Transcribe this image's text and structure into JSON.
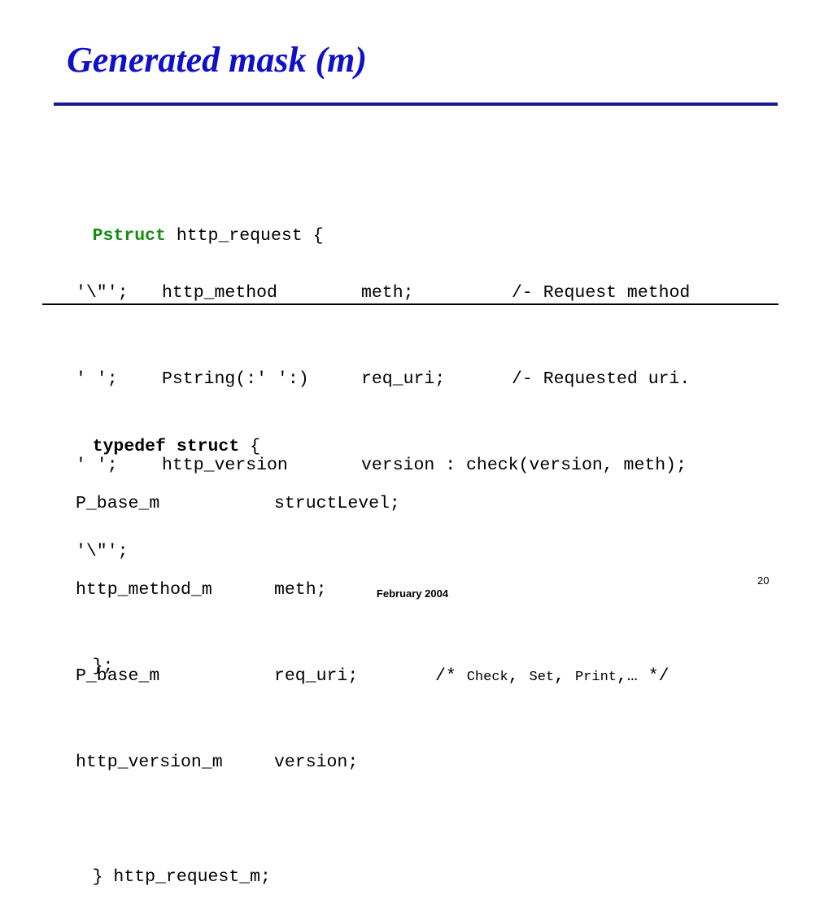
{
  "slide": {
    "title": "Generated mask (m)",
    "page_number": "20",
    "footer": "February 2004"
  },
  "pstruct": {
    "keyword": "Pstruct",
    "header_rest": " http_request {",
    "rows": [
      {
        "lit": "'\\\"';",
        "type": "http_method",
        "name": "meth;",
        "comment": "/- Request method"
      },
      {
        "lit": "' ';",
        "type": "Pstring(:' ':)",
        "name": "req_uri;",
        "comment": "/- Requested uri."
      },
      {
        "lit": "' ';",
        "type": "http_version",
        "name": "version : check(version, meth);",
        "comment": ""
      },
      {
        "lit": "'\\\"';",
        "type": "",
        "name": "",
        "comment": ""
      }
    ],
    "closing": "};"
  },
  "typedef": {
    "keyword": "typedef struct",
    "open": " {",
    "rows": [
      {
        "type": "P_base_m",
        "name": "structLevel;"
      },
      {
        "type": "http_method_m",
        "name": "meth;"
      },
      {
        "type": "P_base_m",
        "name": "req_uri;"
      },
      {
        "type": "http_version_m",
        "name": "version;"
      }
    ],
    "comment": {
      "open": "/* ",
      "items": [
        "Check",
        "Set",
        "Print"
      ],
      "sep": ", ",
      "tail": ",… */"
    },
    "closing": "} http_request_m;"
  }
}
